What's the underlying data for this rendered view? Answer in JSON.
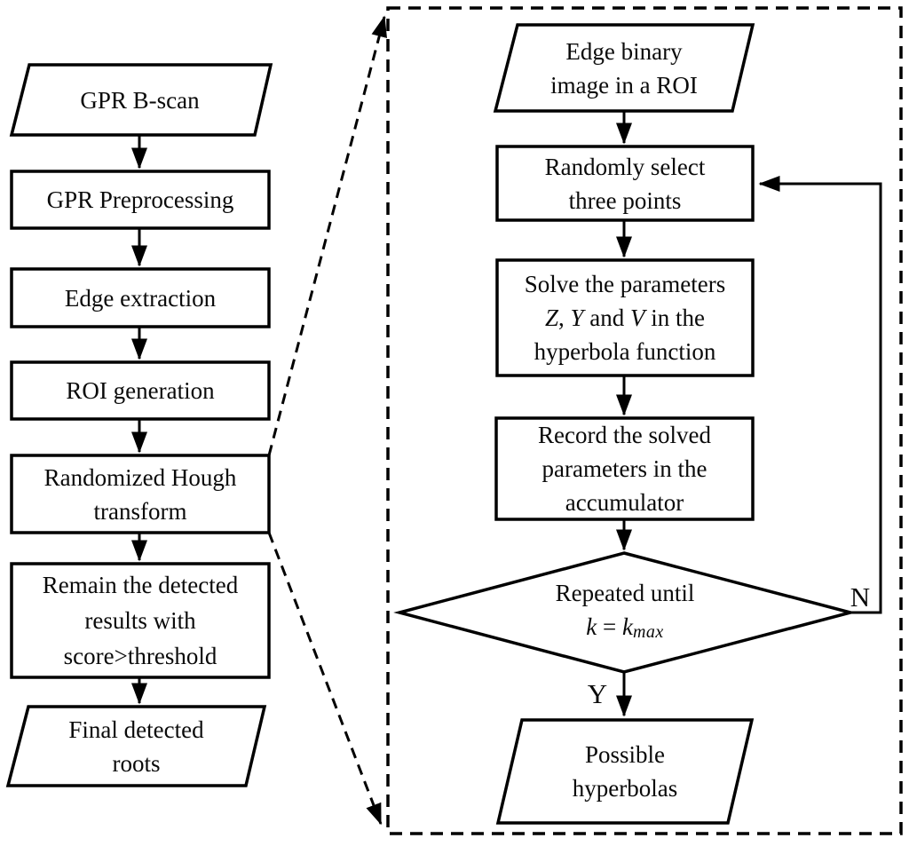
{
  "colors": {
    "stroke": "#000000",
    "background": "#ffffff",
    "text": "#0a0a0a"
  },
  "left": {
    "bscan": {
      "l1": "GPR B-scan"
    },
    "preproc": {
      "l1": "GPR Preprocessing"
    },
    "edgeext": {
      "l1": "Edge extraction"
    },
    "roi": {
      "l1": "ROI generation"
    },
    "rht": {
      "l1": "Randomized Hough",
      "l2": "transform"
    },
    "remain": {
      "l1": "Remain the detected",
      "l2": "results with",
      "l3": "score>threshold"
    },
    "final": {
      "l1": "Final detected",
      "l2": "roots"
    }
  },
  "right": {
    "edgebinary": {
      "l1": "Edge binary",
      "l2": "image in a ROI"
    },
    "randselect": {
      "l1": "Randomly select",
      "l2": "three points"
    },
    "solve": {
      "l1": "Solve the parameters",
      "z": "Z",
      "c1": ", ",
      "y": "Y",
      "c2": " and ",
      "v": "V",
      "c3": " in the",
      "l3": "hyperbola function"
    },
    "record": {
      "l1": "Record the solved",
      "l2": "parameters in the",
      "l3": "accumulator"
    },
    "decision": {
      "l1": "Repeated until",
      "k1": "k",
      "eq": " = ",
      "k2": "k",
      "sub": "max"
    },
    "possible": {
      "l1": "Possible",
      "l2": "hyperbolas"
    },
    "branch_no": "N",
    "branch_yes": "Y"
  }
}
